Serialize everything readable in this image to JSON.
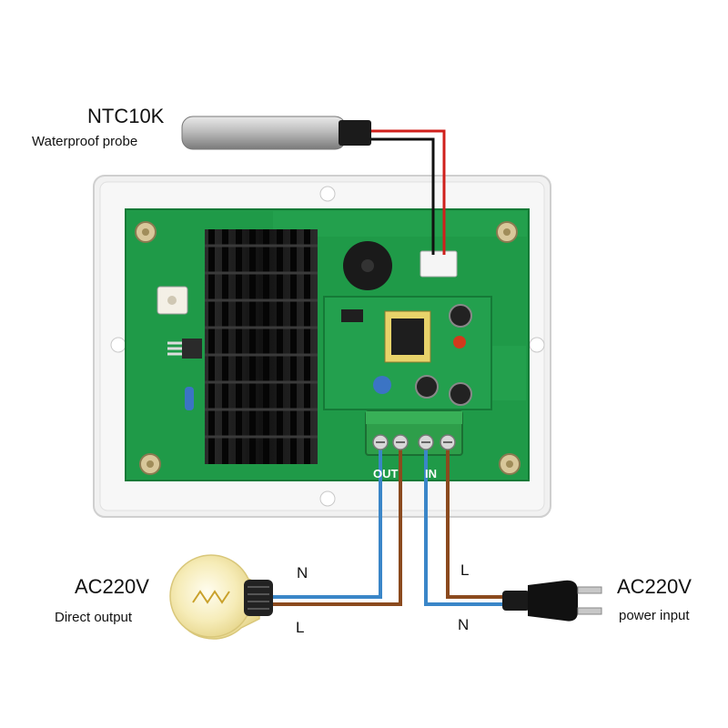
{
  "probe": {
    "title": "NTC10K",
    "subtitle": "Waterproof probe",
    "wire_colors": [
      "#d0201c",
      "#111111"
    ]
  },
  "output": {
    "title": "AC220V",
    "subtitle": "Direct output",
    "wire_n": "N",
    "wire_l": "L"
  },
  "input": {
    "title": "AC220V",
    "subtitle": "power input",
    "wire_l": "L",
    "wire_n": "N"
  },
  "board": {
    "terminal_out": "OUT",
    "terminal_in": "IN",
    "pcb_color": "#1f9a48",
    "heatsink_color": "#1a1a1a",
    "terminal_color": "#2e9e4a"
  },
  "colors": {
    "wire_blue": "#3a86c8",
    "wire_brown": "#8b4a1e",
    "wire_red": "#d0201c",
    "wire_black": "#111111"
  }
}
